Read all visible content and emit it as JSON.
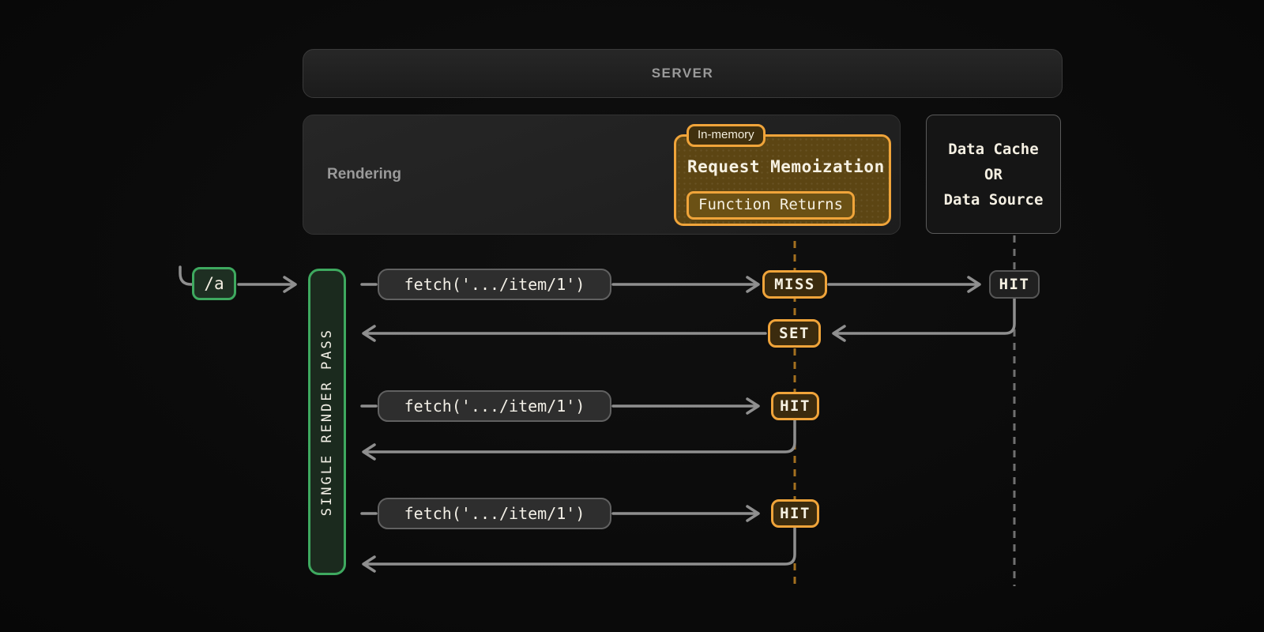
{
  "diagram": {
    "server": {
      "label": "SERVER"
    },
    "rendering": {
      "label": "Rendering"
    },
    "memoization": {
      "badge": "In-memory",
      "title": "Request Memoization",
      "function_returns": "Function Returns"
    },
    "data_cache": {
      "line1": "Data Cache",
      "line2": "OR",
      "line3": "Data Source"
    },
    "route": {
      "label": "/a"
    },
    "render_pass": {
      "label": "SINGLE RENDER PASS"
    },
    "rows": [
      {
        "fetch": "fetch('.../item/1')",
        "result": "MISS"
      },
      {
        "fetch": "fetch('.../item/1')",
        "result": "HIT"
      },
      {
        "fetch": "fetch('.../item/1')",
        "result": "HIT"
      }
    ],
    "set_badge": "SET",
    "cache_hit": "HIT",
    "colors": {
      "accent_orange": "#F0A43A",
      "accent_green": "#3EA95F",
      "line_gray": "#8F8F8F",
      "dashed_orange": "#A4701F",
      "dashed_gray": "#707070"
    }
  }
}
